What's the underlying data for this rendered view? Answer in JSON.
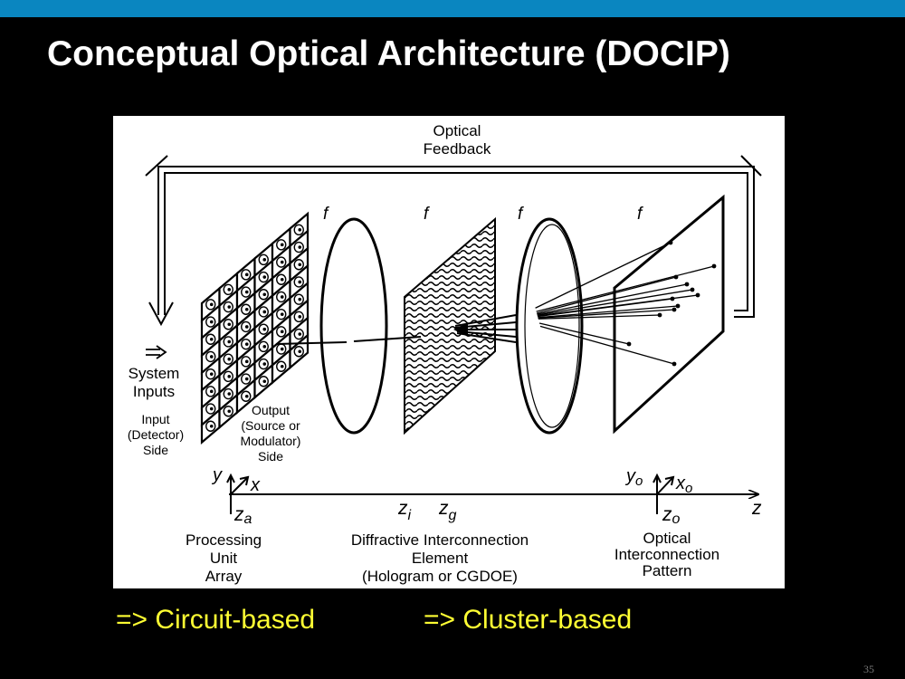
{
  "slide": {
    "title": "Conceptual Optical Architecture (DOCIP)",
    "number": "35",
    "accent_color": "#0a86c0",
    "notes": [
      "=> Circuit-based",
      "=> Cluster-based"
    ]
  },
  "diagram": {
    "feedback_label": [
      "Optical",
      "Feedback"
    ],
    "focal_labels": [
      "f",
      "f",
      "f",
      "f"
    ],
    "system_inputs": [
      "System",
      "Inputs"
    ],
    "input_side": [
      "Input",
      "(Detector)",
      "Side"
    ],
    "output_side": [
      "Output",
      "(Source or",
      "Modulator)",
      "Side"
    ],
    "axes_left": {
      "y": "y",
      "x": "x"
    },
    "axes_right": {
      "y": "y",
      "y_sub": "o",
      "x": "x",
      "x_sub": "o"
    },
    "z_labels": {
      "za": "z",
      "za_sub": "a",
      "zi": "z",
      "zi_sub": "i",
      "zg": "z",
      "zg_sub": "g",
      "zo": "z",
      "zo_sub": "o",
      "z": "z"
    },
    "processing_label": [
      "Processing",
      "Unit",
      "Array"
    ],
    "diffractive_label": [
      "Diffractive Interconnection",
      "Element",
      "(Hologram or CGDOE)"
    ],
    "pattern_label": [
      "Optical",
      "Interconnection",
      "Pattern"
    ]
  }
}
